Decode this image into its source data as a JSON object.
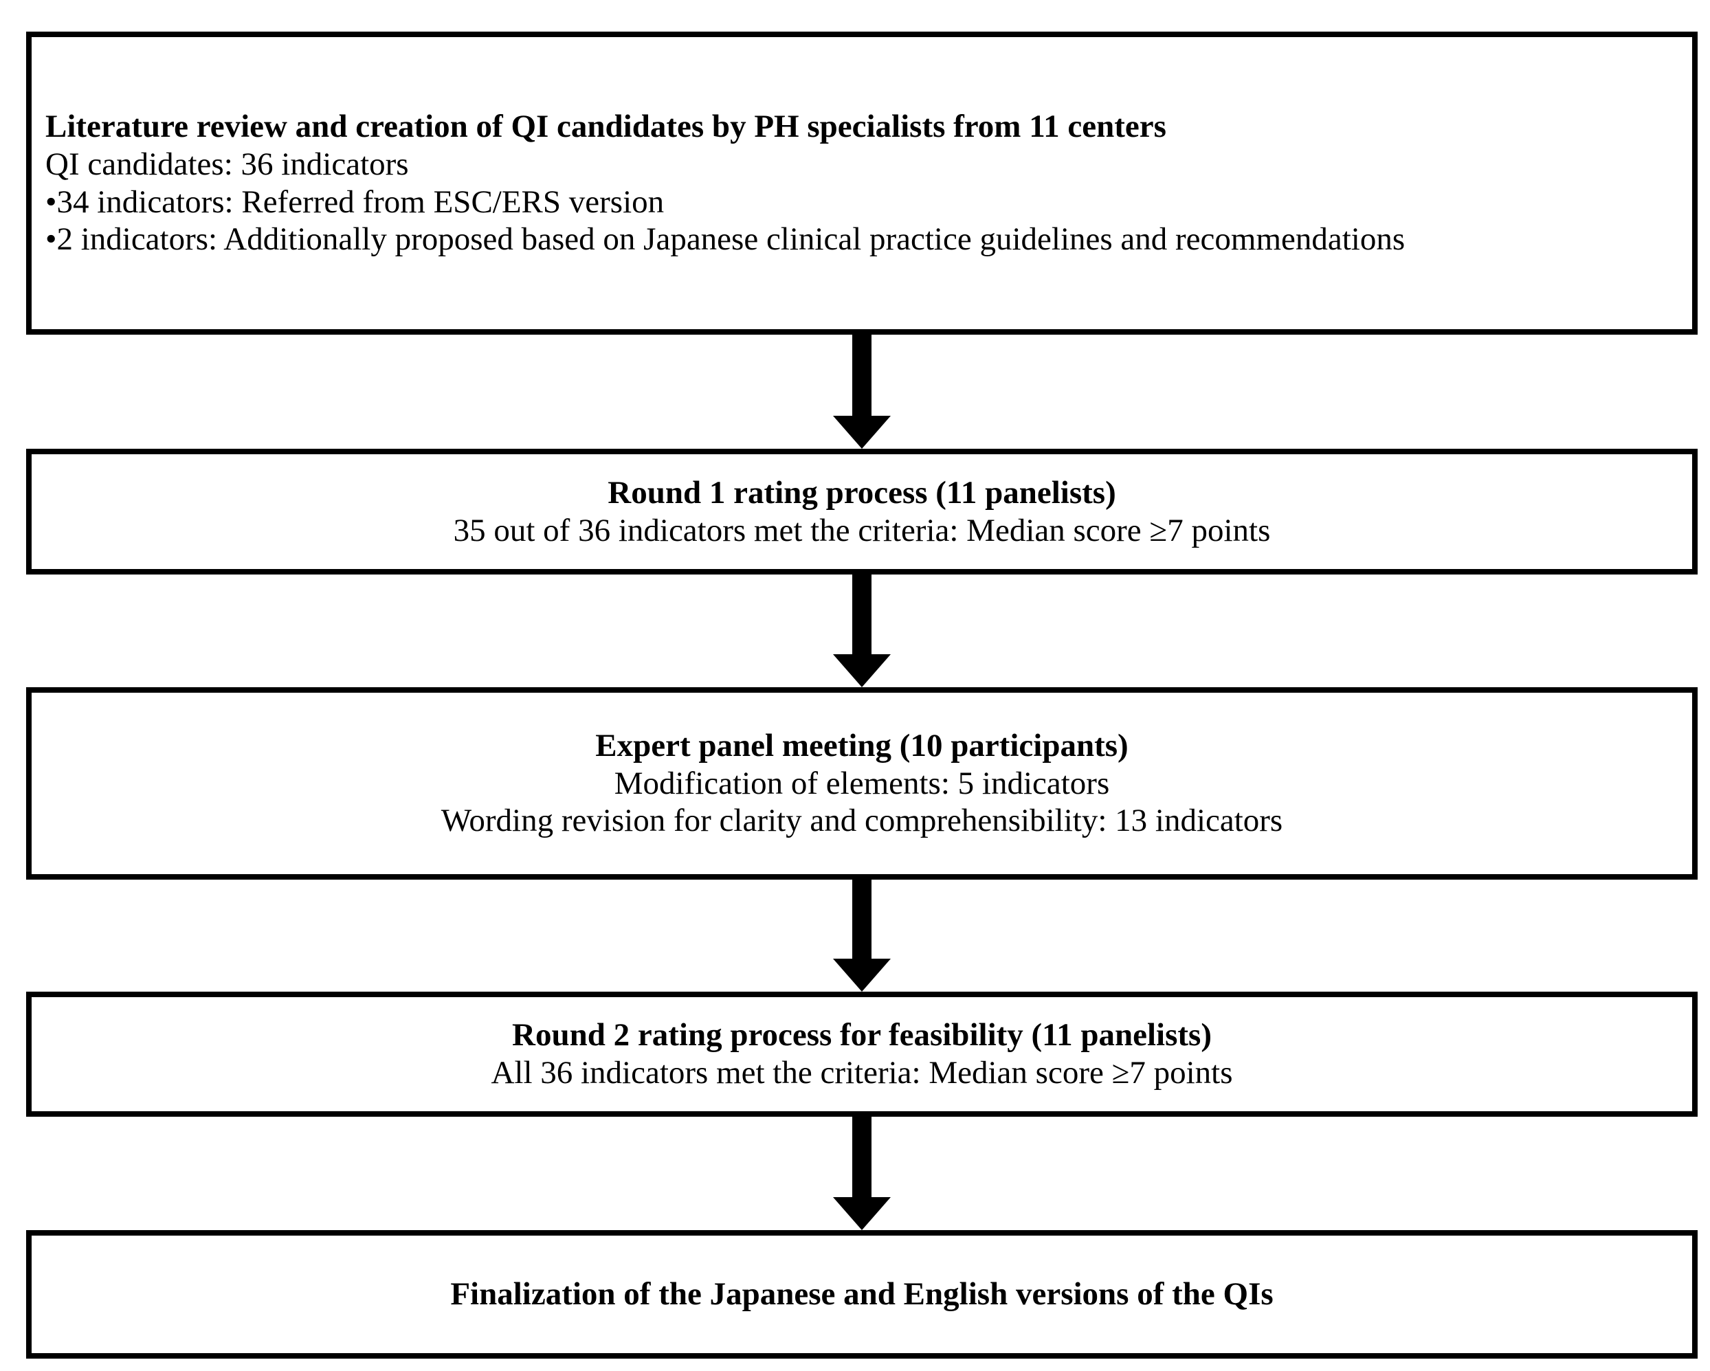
{
  "figure": {
    "type": "process-flowchart",
    "orientation": "vertical",
    "background_color": "#ffffff",
    "border_color": "#000000",
    "text_color": "#000000",
    "arrow_color": "#000000"
  },
  "boxes": [
    {
      "id": "literature-review",
      "align": "left",
      "lines": [
        {
          "text": "Literature review and creation of QI candidates by PH specialists from 11 centers",
          "bold": true
        },
        {
          "text": "QI candidates: 36 indicators",
          "bold": false
        },
        {
          "text": "•34 indicators: Referred from ESC/ERS version",
          "bold": false
        },
        {
          "text": "•2 indicators: Additionally proposed based on Japanese clinical practice guidelines and recommendations",
          "bold": false
        }
      ]
    },
    {
      "id": "round-1",
      "align": "center",
      "lines": [
        {
          "text": "Round 1 rating process (11 panelists)",
          "bold": true
        },
        {
          "text": "35 out of 36 indicators met the criteria: Median score ≥7 points",
          "bold": false
        }
      ]
    },
    {
      "id": "expert-panel",
      "align": "center",
      "lines": [
        {
          "text": "Expert panel meeting (10 participants)",
          "bold": true
        },
        {
          "text": "Modification of elements: 5 indicators",
          "bold": false
        },
        {
          "text": "Wording revision for clarity and comprehensibility: 13 indicators",
          "bold": false
        }
      ]
    },
    {
      "id": "round-2",
      "align": "center",
      "lines": [
        {
          "text": "Round 2 rating process for feasibility (11 panelists)",
          "bold": true
        },
        {
          "text": "All 36 indicators met the criteria: Median score ≥7 points",
          "bold": false
        }
      ]
    },
    {
      "id": "finalization",
      "align": "center",
      "lines": [
        {
          "text": "Finalization of the Japanese and English versions of the QIs",
          "bold": true
        }
      ]
    }
  ],
  "arrows": [
    {
      "id": "arrow-1",
      "from": "literature-review",
      "to": "round-1",
      "icon": "down-arrow-icon"
    },
    {
      "id": "arrow-2",
      "from": "round-1",
      "to": "expert-panel",
      "icon": "down-arrow-icon"
    },
    {
      "id": "arrow-3",
      "from": "expert-panel",
      "to": "round-2",
      "icon": "down-arrow-icon"
    },
    {
      "id": "arrow-4",
      "from": "round-2",
      "to": "finalization",
      "icon": "down-arrow-icon"
    }
  ]
}
